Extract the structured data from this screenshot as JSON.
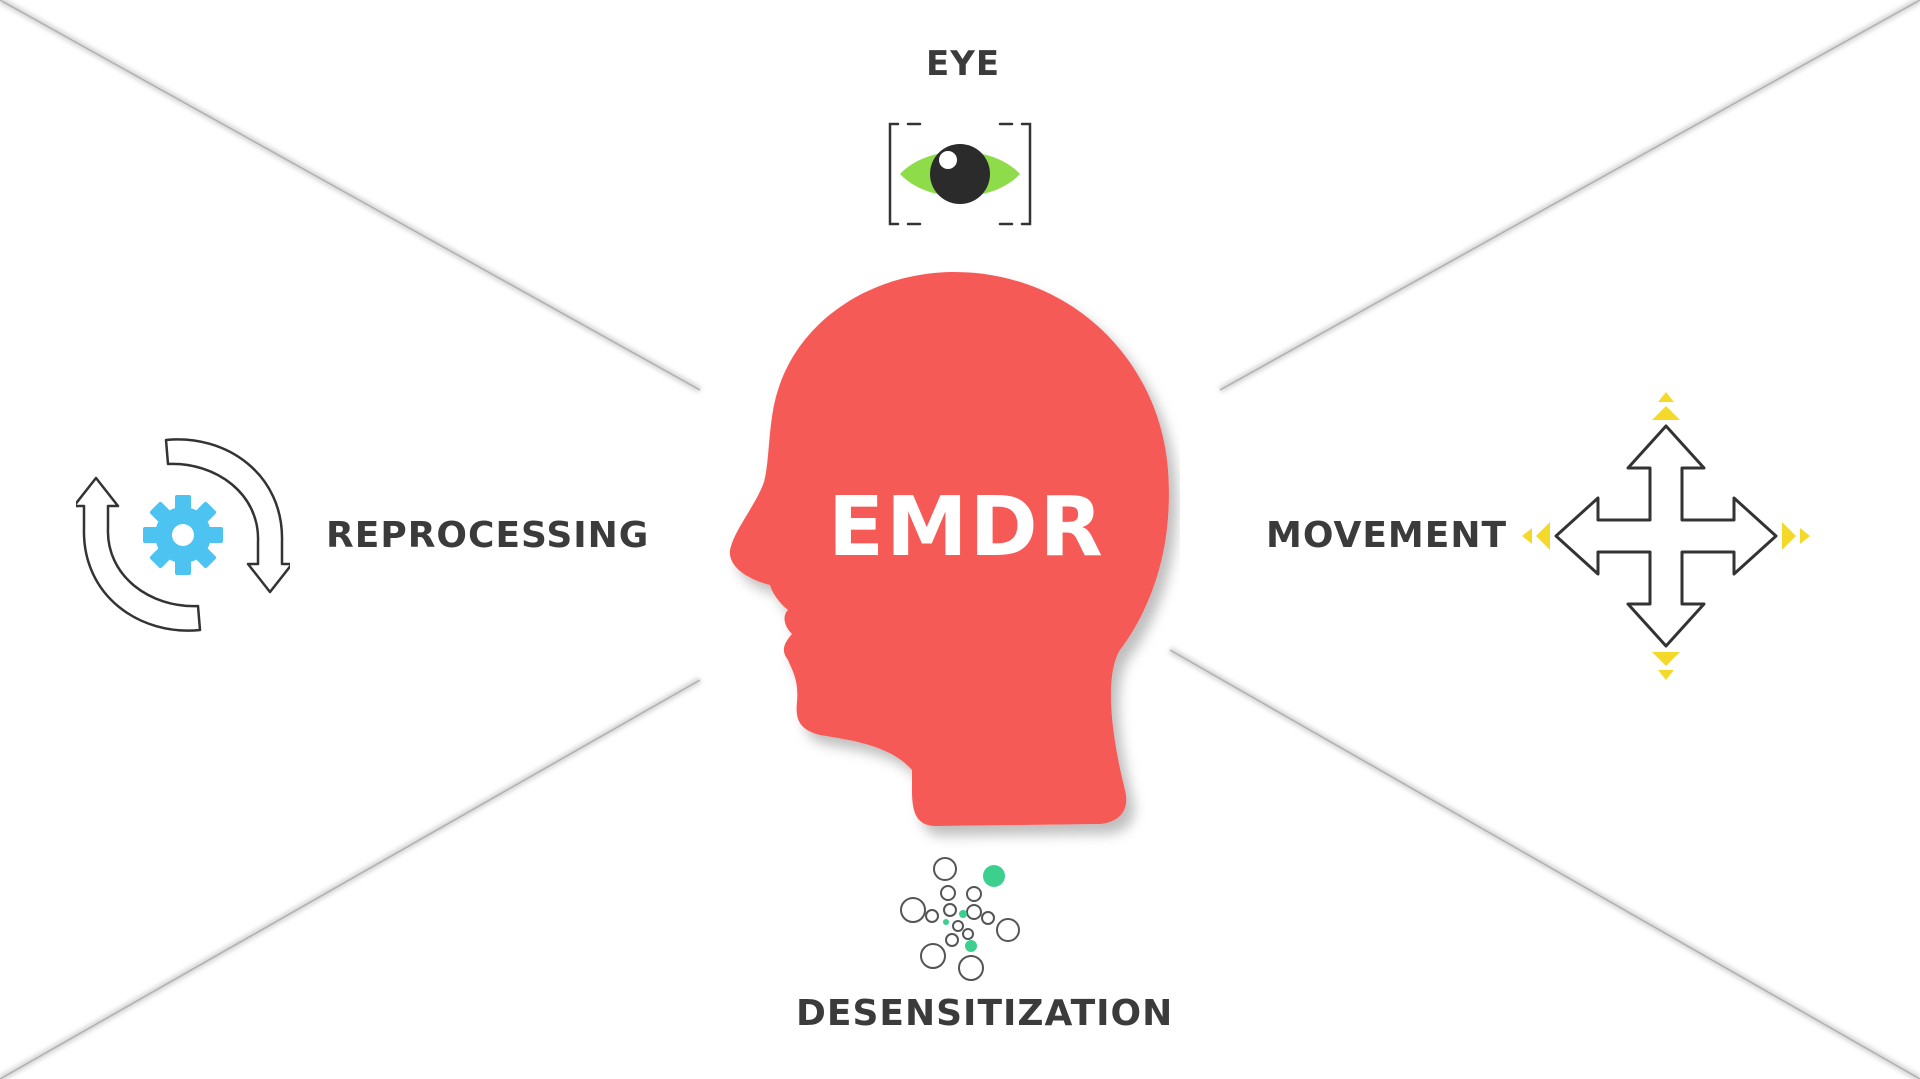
{
  "center": {
    "title": "EMDR",
    "head_color": "#f55a57"
  },
  "labels": {
    "eye": "EYE",
    "reprocessing": "REPROCESSING",
    "movement": "MOVEMENT",
    "desensitization": "DESENSITIZATION"
  },
  "icons": {
    "eye": "eye-icon",
    "reprocessing": "refresh-gear-icon",
    "movement": "move-arrows-icon",
    "desensitization": "molecule-icon"
  },
  "colors": {
    "label_text": "#3b3b3b",
    "divider_line": "#cfcfcf",
    "eye_iris": "#8fdc4a",
    "gear": "#4cc3f0",
    "arrow_accent": "#f5d92a",
    "molecule_accent": "#3ccf8e"
  }
}
